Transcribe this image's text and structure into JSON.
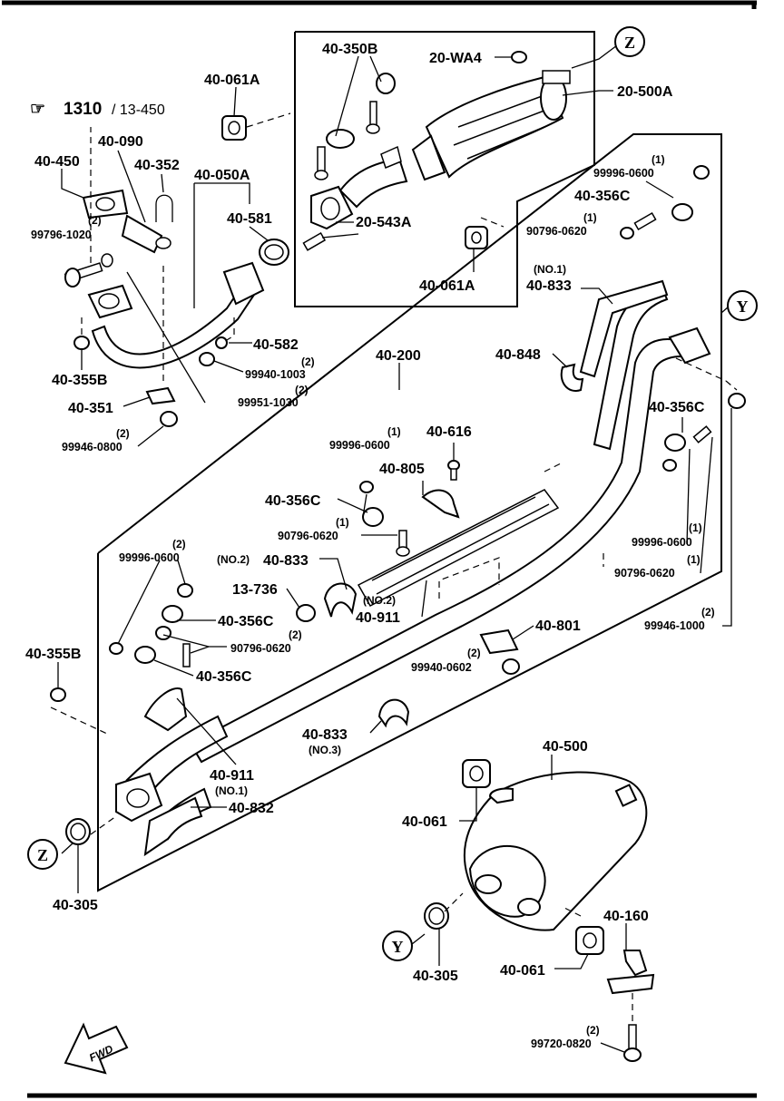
{
  "reference": {
    "symbol": "☞",
    "number": "1310",
    "slash_text": "/ 13-450"
  },
  "markers": {
    "z": "Z",
    "y": "Y"
  },
  "fwd_label": "FWD",
  "labels": {
    "l_40_350B": "40-350B",
    "l_20_WA4": "20-WA4",
    "l_20_500A": "20-500A",
    "l_40_061A_top": "40-061A",
    "l_20_543A": "20-543A",
    "l_40_061A_mid": "40-061A",
    "l_40_090": "40-090",
    "l_40_450": "40-450",
    "l_40_352": "40-352",
    "l_40_050A": "40-050A",
    "l_40_581": "40-581",
    "l_40_582": "40-582",
    "l_40_355B_top": "40-355B",
    "l_40_351": "40-351",
    "l_40_200": "40-200",
    "l_40_833_no1": "40-833",
    "l_40_848": "40-848",
    "l_40_356C_topright": "40-356C",
    "l_40_356C_right": "40-356C",
    "l_40_616": "40-616",
    "l_40_805": "40-805",
    "l_40_356C_center": "40-356C",
    "l_40_833_no2": "40-833",
    "l_13_736": "13-736",
    "l_40_911_no2": "40-911",
    "l_40_801": "40-801",
    "l_40_356C_left1": "40-356C",
    "l_40_356C_left2": "40-356C",
    "l_40_355B_left": "40-355B",
    "l_40_833_no3": "40-833",
    "l_40_911_no1": "40-911",
    "l_40_832": "40-832",
    "l_40_305_left": "40-305",
    "l_40_500": "40-500",
    "l_40_061_upper": "40-061",
    "l_40_305_bottom": "40-305",
    "l_40_061_lower": "40-061",
    "l_40_160": "40-160"
  },
  "part_numbers": {
    "p_99796_1020": "99796-1020",
    "p_99940_1003": "99940-1003",
    "p_99951_1030": "99951-1030",
    "p_99946_0800": "99946-0800",
    "p_99996_0600_tr": "99996-0600",
    "p_90796_0620_tr": "90796-0620",
    "p_99996_0600_c": "99996-0600",
    "p_90796_0620_c": "90796-0620",
    "p_99996_0600_r": "99996-0600",
    "p_90796_0620_r": "90796-0620",
    "p_99946_1000": "99946-1000",
    "p_99996_0600_l": "99996-0600",
    "p_90796_0620_l": "90796-0620",
    "p_99940_0602": "99940-0602",
    "p_99720_0820": "99720-0820"
  },
  "quantities": {
    "q_99796_1020": "(2)",
    "q_99940_1003": "(2)",
    "q_99951_1030": "(2)",
    "q_99946_0800": "(2)",
    "q_99996_0600_tr": "(1)",
    "q_90796_0620_tr": "(1)",
    "q_99996_0600_c": "(1)",
    "q_90796_0620_c": "(1)",
    "q_99996_0600_r": "(1)",
    "q_90796_0620_r": "(1)",
    "q_99946_1000": "(2)",
    "q_99996_0600_l": "(2)",
    "q_90796_0620_l": "(2)",
    "q_99940_0602": "(2)",
    "q_99720_0820": "(2)"
  },
  "suffixes": {
    "s_833_no1": "(NO.1)",
    "s_833_no2": "(NO.2)",
    "s_911_no2": "(NO.2)",
    "s_833_no3": "(NO.3)",
    "s_911_no1": "(NO.1)"
  }
}
